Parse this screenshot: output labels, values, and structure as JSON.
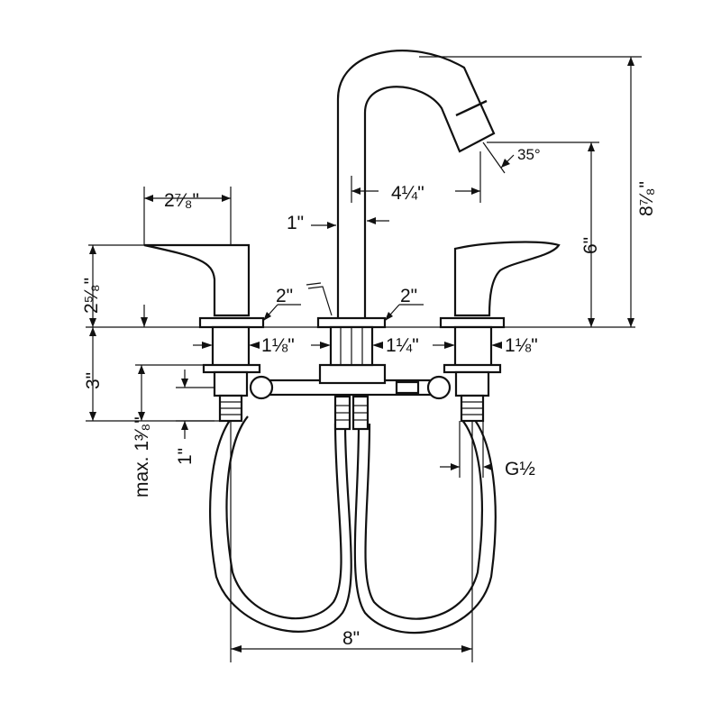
{
  "diagram": {
    "dimensions": {
      "handle_width": "2⁷⁄₈\"",
      "handle_height": "2⁵⁄₈\"",
      "deck_to_top": "8⁷⁄₈\"",
      "spout_clearance": "6\"",
      "spout_reach": "4¼\"",
      "spout_angle": "35°",
      "spout_diameter": "1\"",
      "escutcheon_left": "2\"",
      "escutcheon_center": "2\"",
      "shank_left": "1⅛\"",
      "shank_center": "1¼\"",
      "shank_right": "1⅛\"",
      "below_deck": "3\"",
      "max_deck": "max. 1³⁄₈\"",
      "min_deck": "1\"",
      "connection": "G½",
      "spread": "8\""
    }
  }
}
